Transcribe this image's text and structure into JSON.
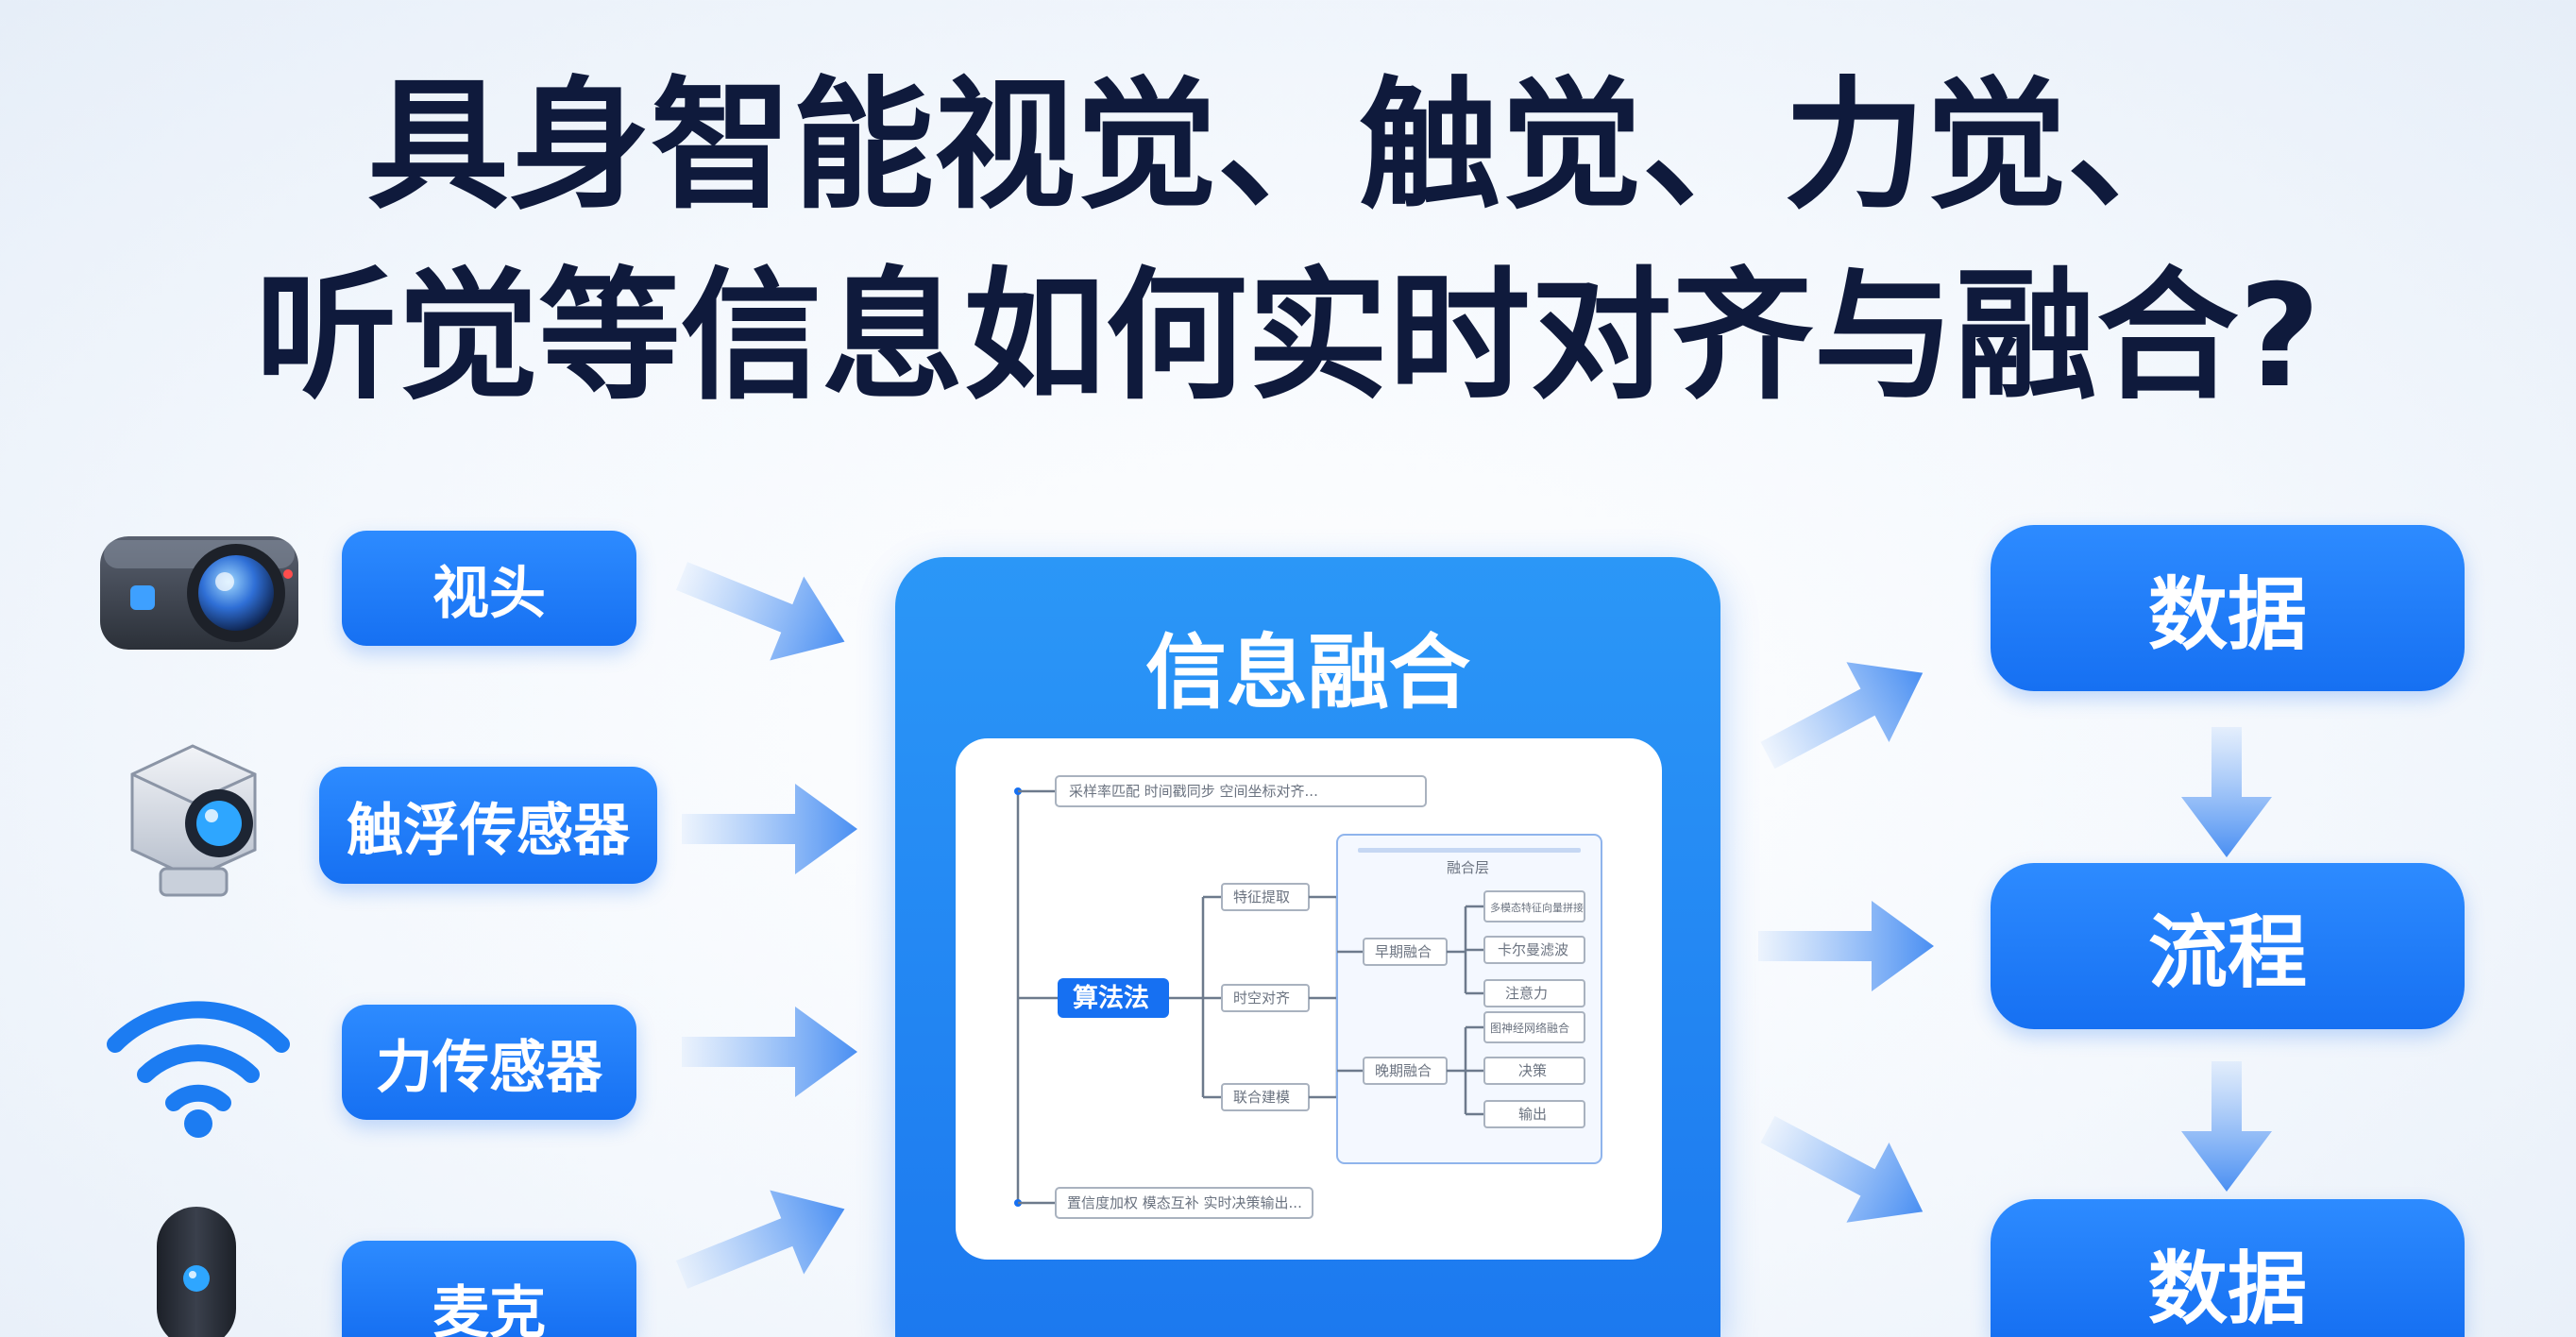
{
  "title": {
    "line1": "具身智能视觉、触觉、力觉、",
    "line2": "听觉等信息如何实时对齐与融合?"
  },
  "inputs": [
    {
      "label": "视头",
      "icon": "camera-icon"
    },
    {
      "label": "触浮传感器",
      "icon": "sensor-camera-icon"
    },
    {
      "label": "力传感器",
      "icon": "wifi-icon"
    },
    {
      "label": "麦克",
      "icon": "microphone-icon"
    }
  ],
  "hub": {
    "title": "信息融合",
    "flowchart": {
      "main_node": "算法法",
      "top_note": "采样率匹配  时间戳同步  空间坐标对齐...",
      "bottom_note": "置信度加权  模态互补  实时决策输出...",
      "branch_nodes": [
        "特征提取",
        "时空对齐",
        "联合建模"
      ],
      "group_title": "融合层",
      "mid_nodes": [
        "早期融合",
        "晚期融合"
      ],
      "leaf_nodes": [
        "多模态特征向量拼接",
        "卡尔曼滤波",
        "注意力",
        "图神经网络融合",
        "决策",
        "输出"
      ]
    }
  },
  "outputs": [
    {
      "label": "数据"
    },
    {
      "label": "流程"
    },
    {
      "label": "数据"
    }
  ],
  "colors": {
    "accent": "#1670f2",
    "title": "#0f1a3c",
    "arrow": "#6aa4f5"
  }
}
